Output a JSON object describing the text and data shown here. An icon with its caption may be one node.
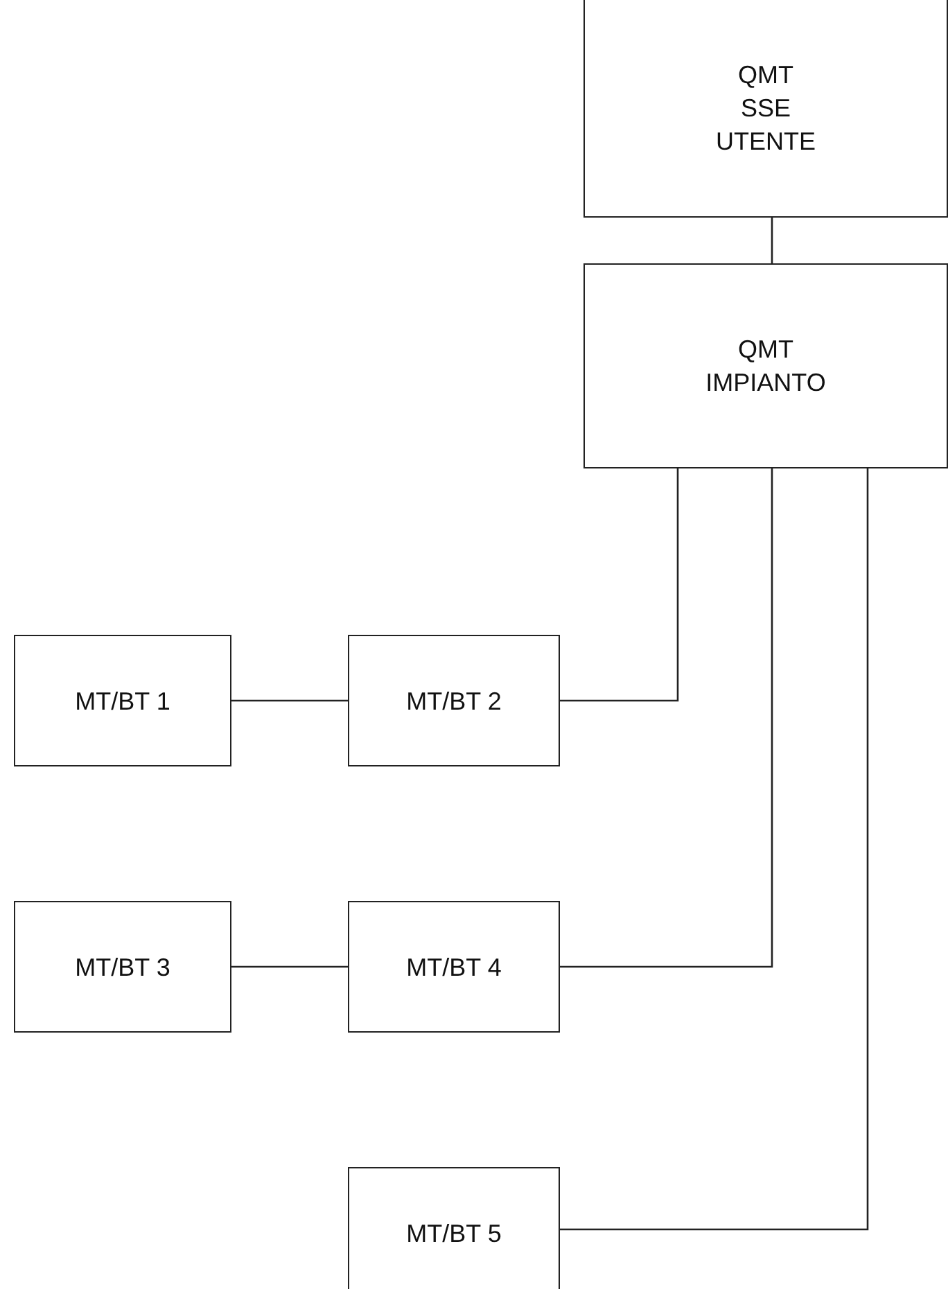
{
  "diagram": {
    "nodes": [
      {
        "text": [
          "QMT SSE UTENTE"
        ]
      },
      {
        "text": [
          "QMT IMPIANTO"
        ]
      },
      {
        "text": [
          "MT/BT 1"
        ]
      },
      {
        "text": [
          "MT/BT 2"
        ]
      },
      {
        "text": [
          "MT/BT 3"
        ]
      },
      {
        "text": [
          "MT/BT 4"
        ]
      },
      {
        "text": [
          "MT/BT 5"
        ]
      }
    ],
    "edges": [
      {
        "from": 0,
        "to": 1,
        "arrow": "none"
      },
      {
        "from": 1,
        "to": 3,
        "arrow": "none"
      },
      {
        "from": 2,
        "to": 3,
        "arrow": "none"
      },
      {
        "from": 1,
        "to": 5,
        "arrow": "none"
      },
      {
        "from": 4,
        "to": 5,
        "arrow": "none"
      },
      {
        "from": 1,
        "to": 6,
        "arrow": "none"
      }
    ]
  }
}
